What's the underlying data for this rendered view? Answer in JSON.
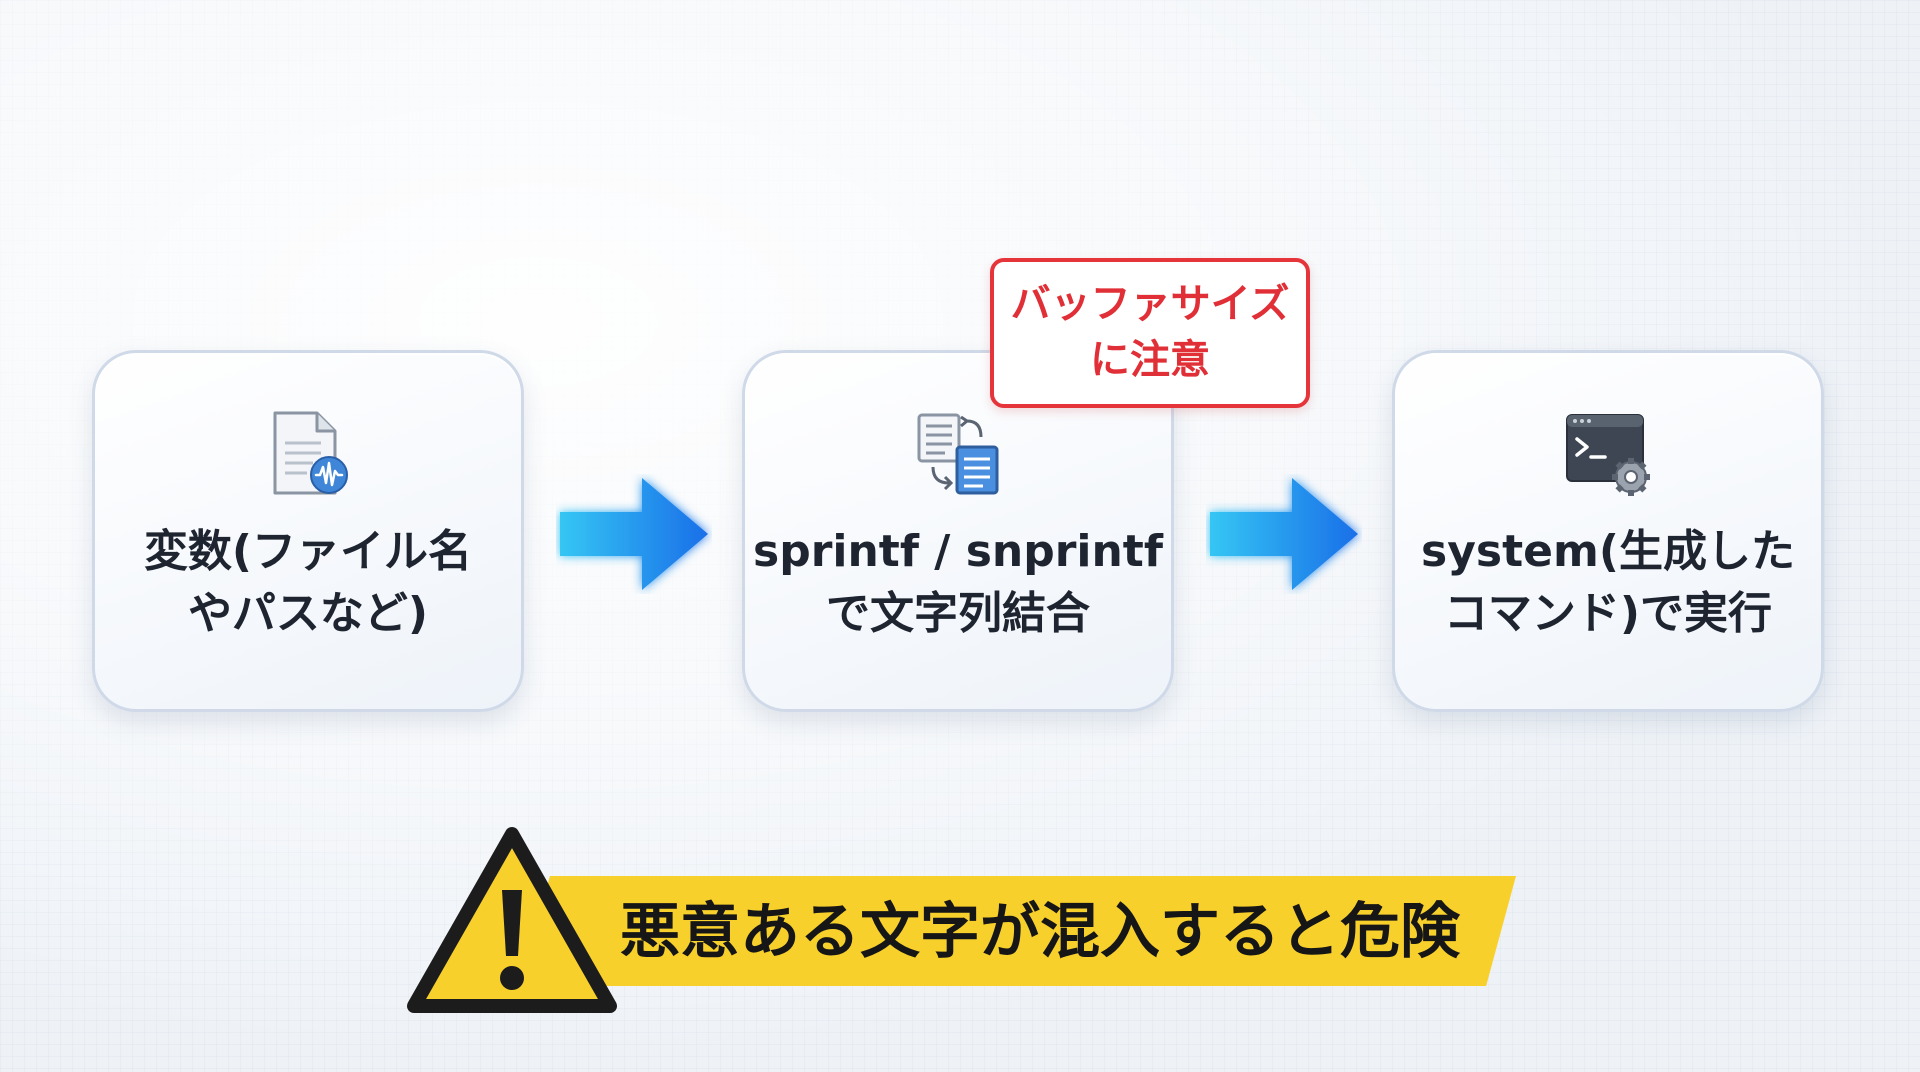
{
  "steps": [
    {
      "text": "変数(ファイル名\nやパスなど)",
      "icon": "document-waveform-icon"
    },
    {
      "text": "sprintf / snprintf\nで文字列結合",
      "icon": "document-transfer-icon"
    },
    {
      "text": "system(生成した\nコマンド)で実行",
      "icon": "terminal-gear-icon"
    }
  ],
  "callout": {
    "text": "バッファサイズ\nに注意"
  },
  "warning": {
    "text": "悪意ある文字が混入すると危険",
    "icon": "warning-triangle-icon"
  },
  "colors": {
    "arrow_start": "#35c6f4",
    "arrow_end": "#1a6fe8",
    "callout_red": "#e5343a",
    "banner_yellow": "#f8d02c",
    "card_border": "#cfd9e8"
  }
}
